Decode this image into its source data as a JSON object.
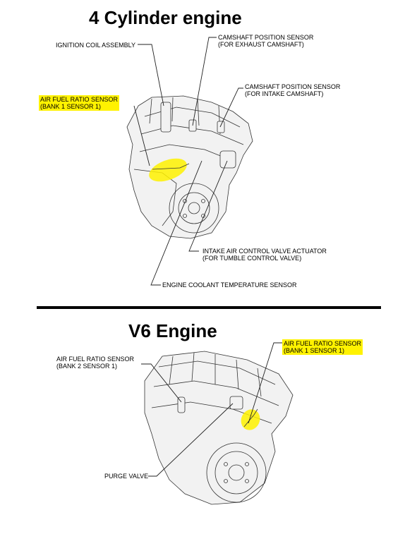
{
  "four_cyl": {
    "title": "4 Cylinder engine",
    "labels": {
      "ignition_coil": "IGNITION COIL ASSEMBLY",
      "cam_exhaust_1": "CAMSHAFT POSITION SENSOR",
      "cam_exhaust_2": "(FOR EXHAUST CAMSHAFT)",
      "cam_intake_1": "CAMSHAFT POSITION SENSOR",
      "cam_intake_2": "(FOR INTAKE CAMSHAFT)",
      "afr_1": "AIR FUEL RATIO SENSOR",
      "afr_2": "(BANK 1 SENSOR 1)",
      "intake_valve_1": "INTAKE AIR CONTROL VALVE ACTUATOR",
      "intake_valve_2": "(FOR TUMBLE CONTROL VALVE)",
      "coolant": "ENGINE COOLANT TEMPERATURE SENSOR"
    }
  },
  "v6": {
    "title": "V6 Engine",
    "labels": {
      "afr_bank2_1": "AIR FUEL RATIO SENSOR",
      "afr_bank2_2": "(BANK 2 SENSOR 1)",
      "afr_bank1_1": "AIR FUEL RATIO SENSOR",
      "afr_bank1_2": "(BANK 1 SENSOR 1)",
      "purge": "PURGE VALVE"
    }
  },
  "colors": {
    "highlight": "#fff200",
    "divider": "#000000"
  }
}
